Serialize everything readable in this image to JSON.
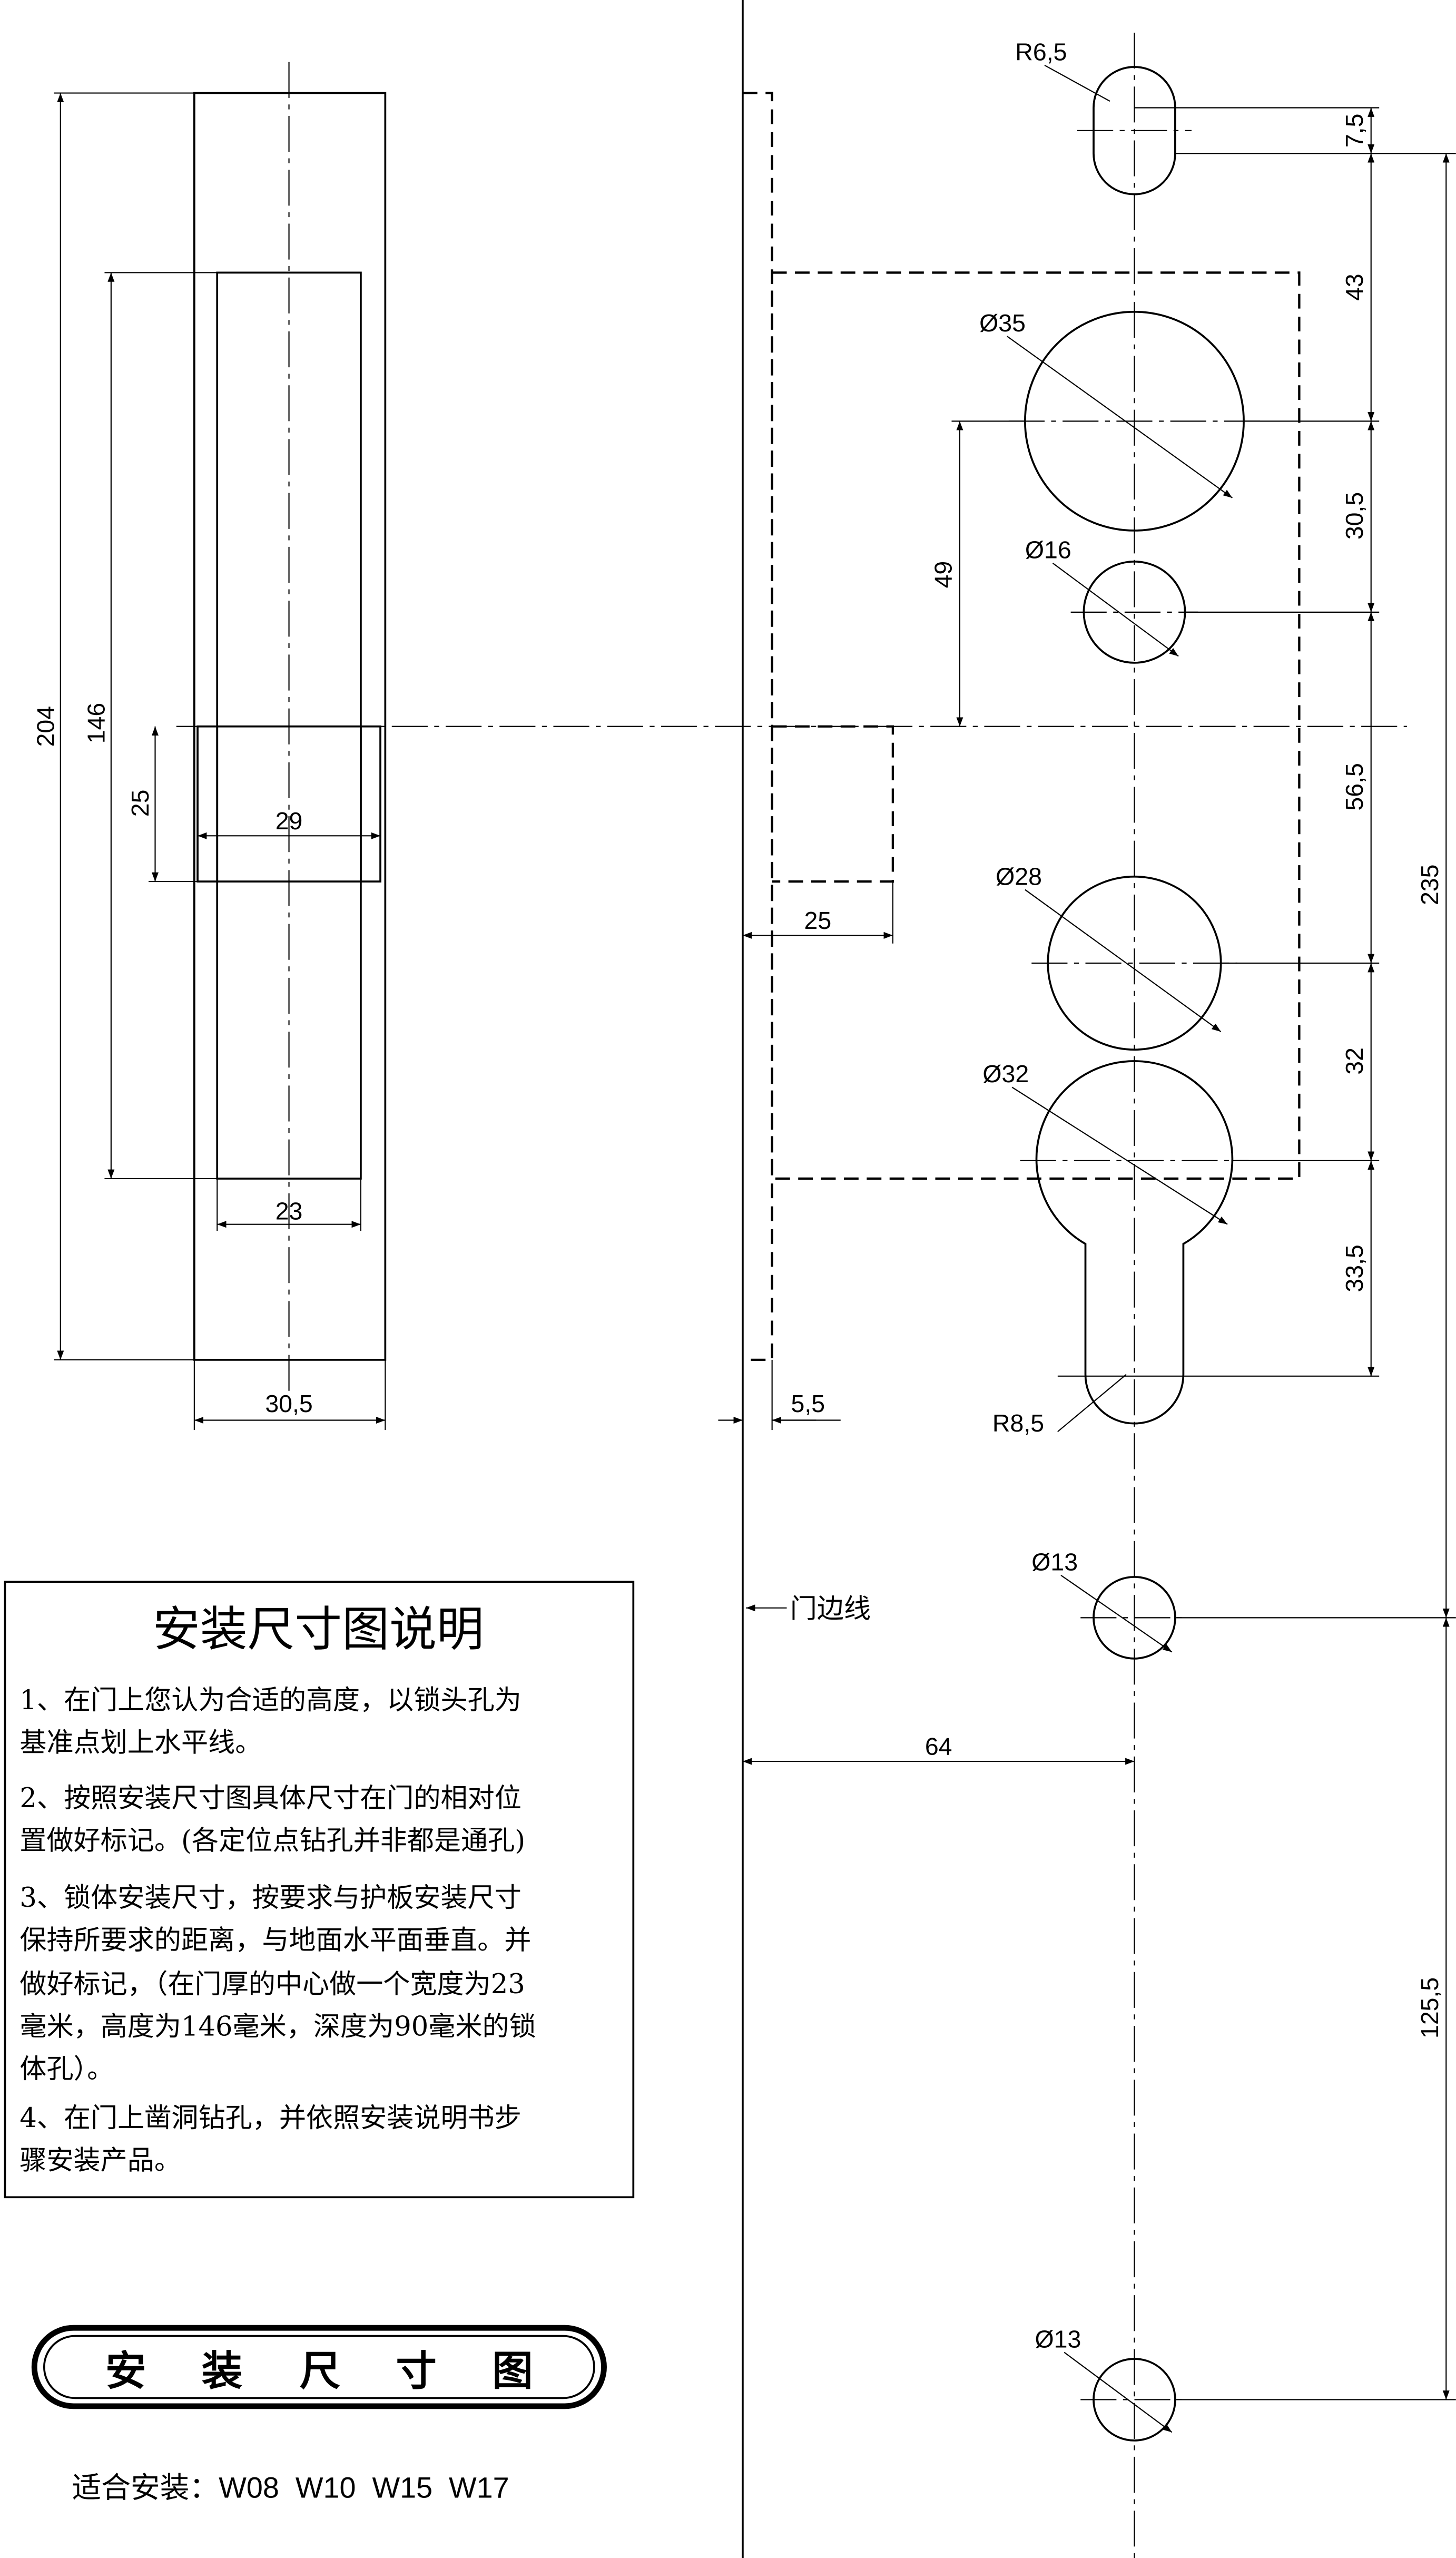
{
  "side_view": {
    "dims": {
      "total_height": "204",
      "pocket_height": "146",
      "faceplate_height": "25",
      "faceplate_width": "29",
      "pocket_width": "23",
      "door_thickness": "30,5"
    }
  },
  "front_view": {
    "holes": {
      "top_slot": "R6,5",
      "cylinder_hole": "Ø35",
      "spindle_hole": "Ø16",
      "lower_hole": "Ø28",
      "key_hole": "Ø32",
      "key_slot": "R8,5",
      "screw_hole_1": "Ø13",
      "screw_hole_2": "Ø13"
    },
    "dims": {
      "d1": "7,5",
      "d2": "43",
      "d3": "30,5",
      "d4": "56,5",
      "d5": "32",
      "d6": "33,5",
      "overall": "235",
      "lower": "125,5",
      "spindle_offset": "49",
      "backset": "64",
      "latch_depth": "25",
      "faceplate_offset": "5,5"
    },
    "door_edge_label": "门边线"
  },
  "notes": {
    "title": "安装尺寸图说明",
    "lines": [
      "1、在门上您认为合适的高度，以锁头孔为",
      "基准点划上水平线。",
      "2、按照安装尺寸图具体尺寸在门的相对位",
      "置做好标记。(各定位点钻孔并非都是通孔)",
      "3、锁体安装尺寸，按要求与护板安装尺寸",
      "保持所要求的距离，与地面水平面垂直。并",
      "做好标记，（在门厚的中心做一个宽度为23",
      "毫米，高度为146毫米，深度为90毫米的锁",
      "体孔）。",
      "4、在门上凿洞钻孔，并依照安装说明书步",
      "骤安装产品。"
    ]
  },
  "banner": {
    "chars": [
      "安",
      "装",
      "尺",
      "寸",
      "图"
    ]
  },
  "compatible": {
    "label": "适合安装：",
    "models": "W08  W10  W15  W17"
  }
}
